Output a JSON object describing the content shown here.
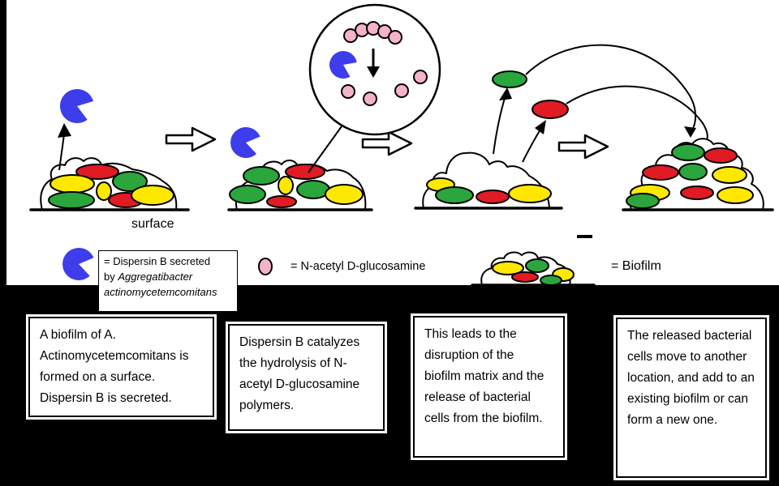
{
  "colors": {
    "page_background": "#000000",
    "canvas_background": "#ffffff",
    "dispersin_blue": "#3d3deb",
    "cell_green": "#2aa63c",
    "cell_red": "#e01b24",
    "cell_yellow": "#ffe800",
    "glucosamine_pink": "#f5b2cb"
  },
  "icons": {
    "dispersin": "pacman-enzyme-icon",
    "glucosamine": "pink-circle-icon",
    "biofilm": "cell-cluster-icon"
  },
  "diagram": {
    "surface_label": "surface"
  },
  "legend": {
    "dispersin_line1": "= Dispersin B secreted",
    "dispersin_line2_prefix": "by ",
    "dispersin_species": "Aggregatibacter actinomycetemcomitans",
    "glucosamine_label": "= N-acetyl D-glucosamine",
    "biofilm_label": "= Biofilm"
  },
  "captions": {
    "step1": "A biofilm of A. Actinomycetemcomitans is formed on a surface. Dispersin B is secreted.",
    "step2": "Dispersin B catalyzes the hydrolysis of N-acetyl D-glucosamine polymers.",
    "step3": "This leads to the disruption of the biofilm matrix and the release of bacterial cells from the biofilm.",
    "step4": "The released bacterial cells move to another location, and add to an existing biofilm or can form a new one."
  }
}
